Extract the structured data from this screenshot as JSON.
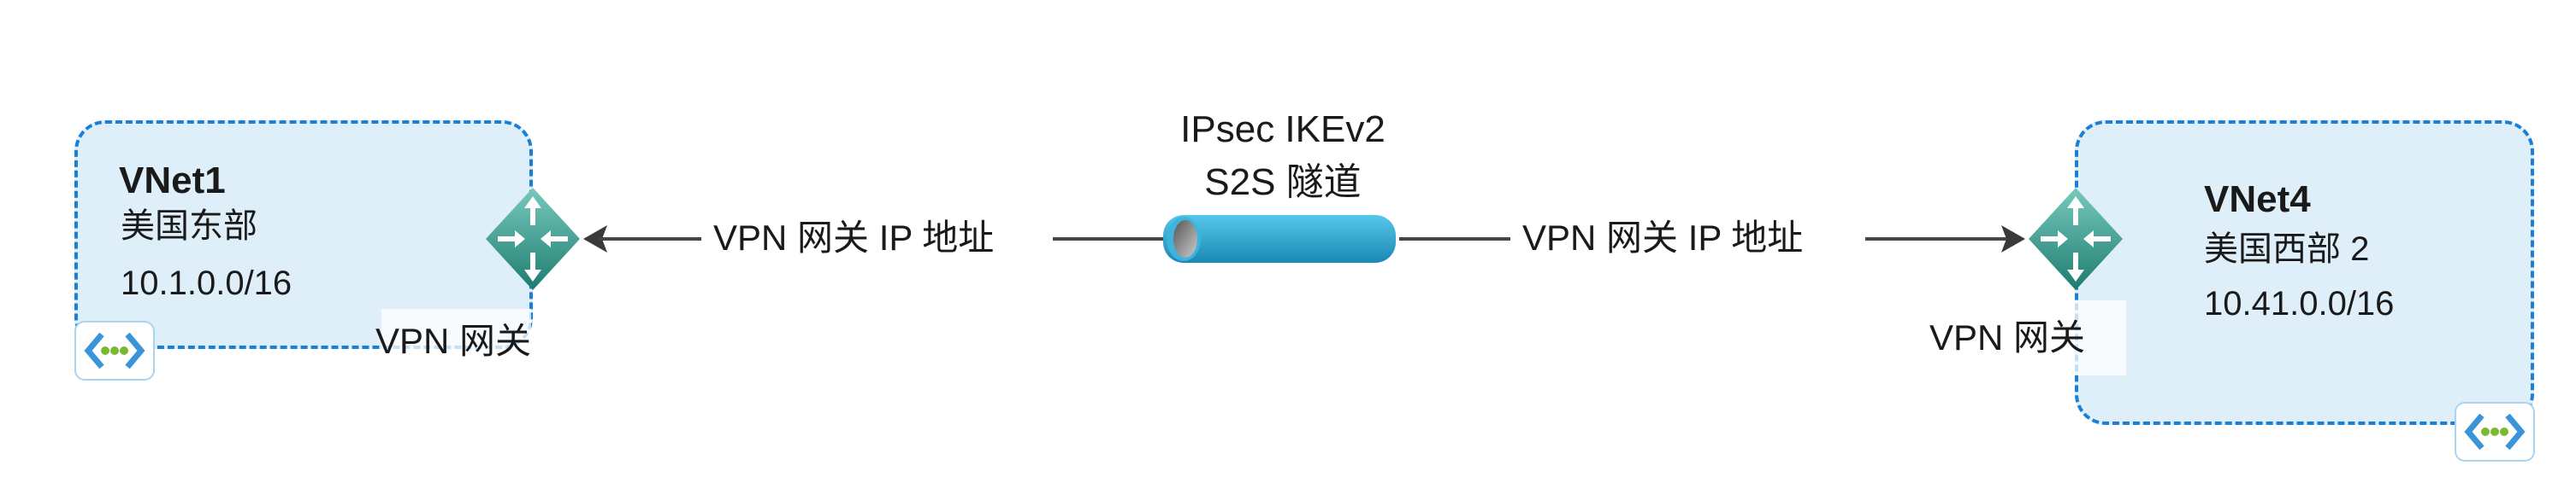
{
  "vnet_left": {
    "name": "VNet1",
    "region": "美国东部",
    "address_space": "10.1.0.0/16",
    "gateway_label": "VPN 网关"
  },
  "vnet_right": {
    "name": "VNet4",
    "region": "美国西部 2",
    "address_space": "10.41.0.0/16",
    "gateway_label": "VPN 网关"
  },
  "tunnel": {
    "line1": "IPsec IKEv2",
    "line2": "S2S 隧道"
  },
  "connection": {
    "left_label": "VPN 网关 IP 地址",
    "right_label": "VPN 网关 IP 地址"
  },
  "colors": {
    "vnet_fill": "#dfeffa",
    "vnet_border": "#1a7fd6",
    "gateway": "#3fa597",
    "tunnel": "#2ba3d1",
    "line": "#454548"
  }
}
